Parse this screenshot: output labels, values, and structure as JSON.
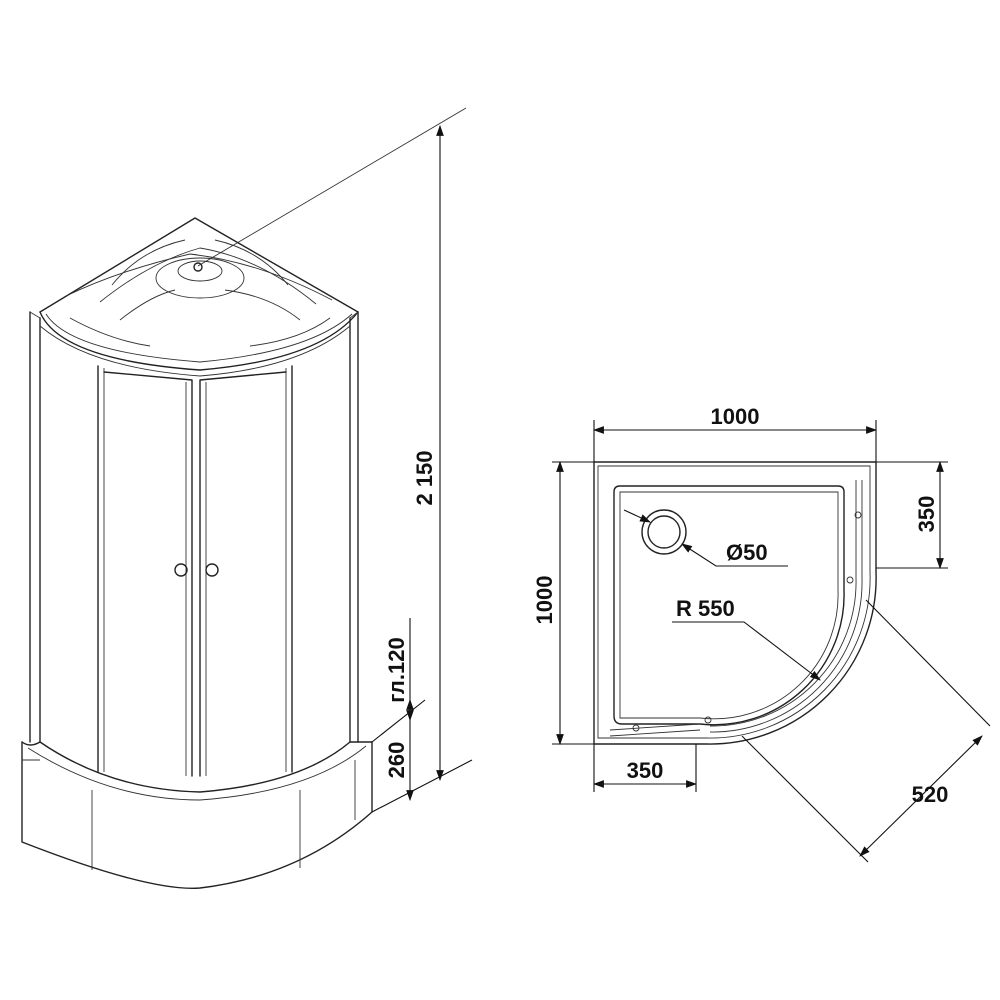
{
  "isometric_view": {
    "height_total": "2 150",
    "tray_height": "260",
    "tray_depth": "гл.120"
  },
  "plan_view": {
    "width": "1000",
    "depth": "1000",
    "side_top": "350",
    "side_bottom": "350",
    "drain_diameter": "Ø50",
    "radius": "R 550",
    "door_diagonal": "520"
  }
}
